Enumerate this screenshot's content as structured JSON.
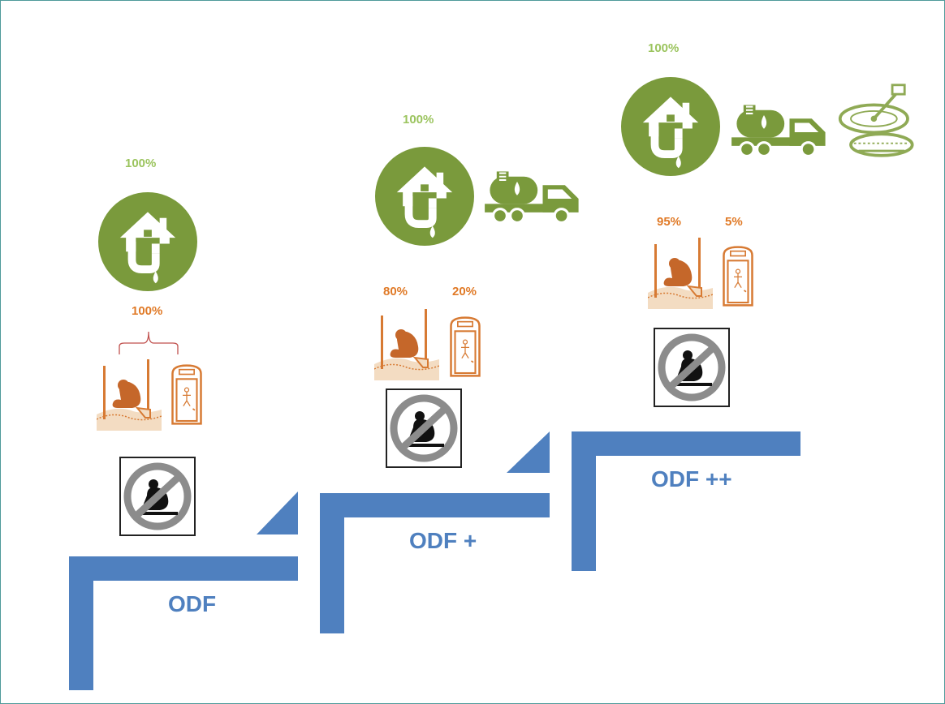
{
  "colors": {
    "stair_blue": "#4f80bf",
    "icon_green": "#7a9a3c",
    "pct_green": "#9bc45e",
    "pct_orange": "#e07a27",
    "toilet_orange": "#d77a33",
    "prohibit_gray": "#8c8c8c"
  },
  "steps": [
    {
      "label": "ODF",
      "containment_pct": "100%",
      "toilet_pct": "100%",
      "icons": [
        "house-drain-icon",
        "latrine-icon",
        "portable-toilet-icon",
        "no-open-defecation-icon"
      ]
    },
    {
      "label": "ODF +",
      "containment_pct": "100%",
      "latrine_pct": "80%",
      "portable_pct": "20%",
      "icons": [
        "house-drain-icon",
        "septic-tanker-truck-icon",
        "latrine-icon",
        "portable-toilet-icon",
        "no-open-defecation-icon"
      ]
    },
    {
      "label": "ODF ++",
      "containment_pct": "100%",
      "latrine_pct": "95%",
      "portable_pct": "5%",
      "icons": [
        "house-drain-icon",
        "septic-tanker-truck-icon",
        "treatment-plant-icon",
        "latrine-icon",
        "portable-toilet-icon",
        "no-open-defecation-icon"
      ]
    }
  ]
}
